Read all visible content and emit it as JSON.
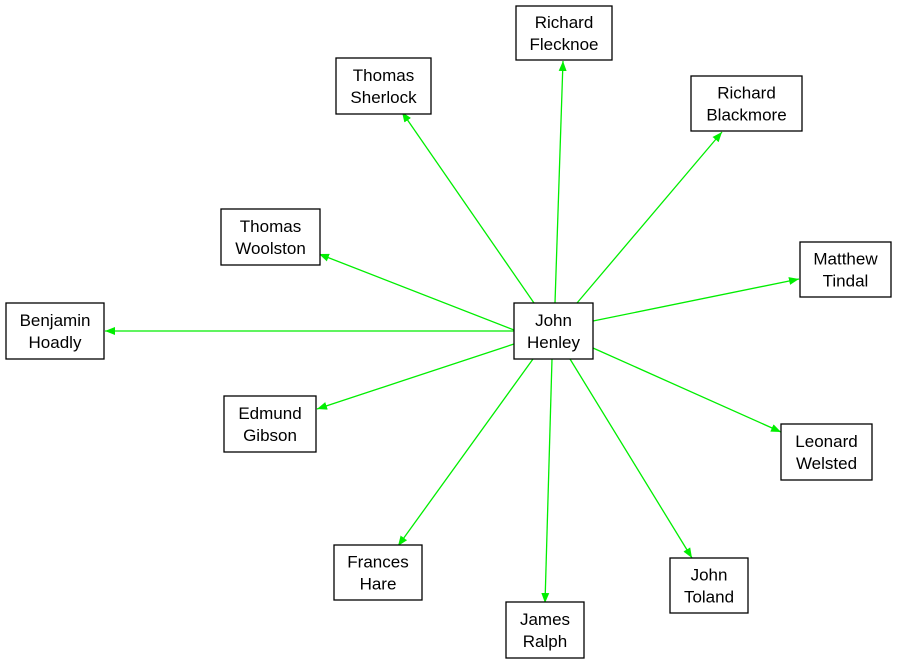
{
  "diagram": {
    "edge_color": "#00ee00",
    "center": {
      "id": "henley",
      "label": [
        "John",
        "Henley"
      ]
    },
    "nodes": [
      {
        "id": "flecknoe",
        "label": [
          "Richard",
          "Flecknoe"
        ]
      },
      {
        "id": "sherlock",
        "label": [
          "Thomas",
          "Sherlock"
        ]
      },
      {
        "id": "blackmore",
        "label": [
          "Richard",
          "Blackmore"
        ]
      },
      {
        "id": "woolston",
        "label": [
          "Thomas",
          "Woolston"
        ]
      },
      {
        "id": "tindal",
        "label": [
          "Matthew",
          "Tindal"
        ]
      },
      {
        "id": "hoadly",
        "label": [
          "Benjamin",
          "Hoadly"
        ]
      },
      {
        "id": "gibson",
        "label": [
          "Edmund",
          "Gibson"
        ]
      },
      {
        "id": "welsted",
        "label": [
          "Leonard",
          "Welsted"
        ]
      },
      {
        "id": "hare",
        "label": [
          "Frances",
          "Hare"
        ]
      },
      {
        "id": "toland",
        "label": [
          "John",
          "Toland"
        ]
      },
      {
        "id": "ralph",
        "label": [
          "James",
          "Ralph"
        ]
      }
    ],
    "edges": [
      {
        "from": "henley",
        "to": "flecknoe"
      },
      {
        "from": "henley",
        "to": "sherlock"
      },
      {
        "from": "henley",
        "to": "blackmore"
      },
      {
        "from": "henley",
        "to": "woolston"
      },
      {
        "from": "henley",
        "to": "tindal"
      },
      {
        "from": "henley",
        "to": "hoadly"
      },
      {
        "from": "henley",
        "to": "gibson"
      },
      {
        "from": "henley",
        "to": "welsted"
      },
      {
        "from": "henley",
        "to": "hare"
      },
      {
        "from": "henley",
        "to": "toland"
      },
      {
        "from": "henley",
        "to": "ralph"
      }
    ]
  }
}
